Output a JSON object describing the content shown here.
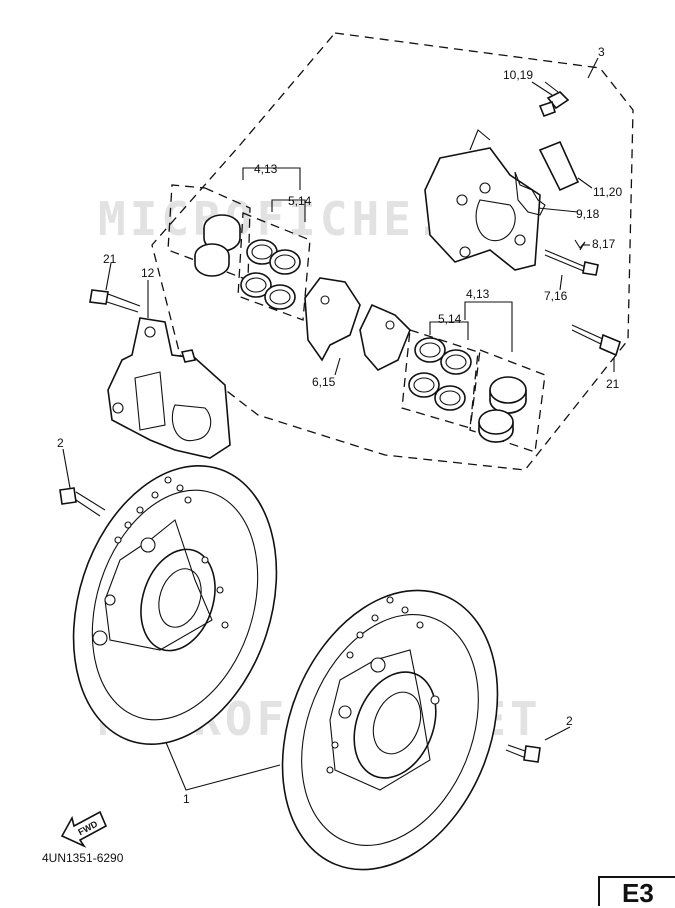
{
  "watermark": "MICROFICHE.NET",
  "drawing_code": "4UN1351-6290",
  "page_tag": "E3",
  "fwd_label": "FWD",
  "callouts": {
    "c1": "1",
    "c2_left": "2",
    "c2_right": "2",
    "c3": "3",
    "c4_13_top": "4,13",
    "c5_14_top": "5,14",
    "c4_13_right": "4,13",
    "c5_14_right": "5,14",
    "c6_15": "6,15",
    "c7_16": "7,16",
    "c8_17": "8,17",
    "c9_18": "9,18",
    "c10_19": "10,19",
    "c11_20": "11,20",
    "c12": "12",
    "c21_left": "21",
    "c21_right": "21"
  }
}
